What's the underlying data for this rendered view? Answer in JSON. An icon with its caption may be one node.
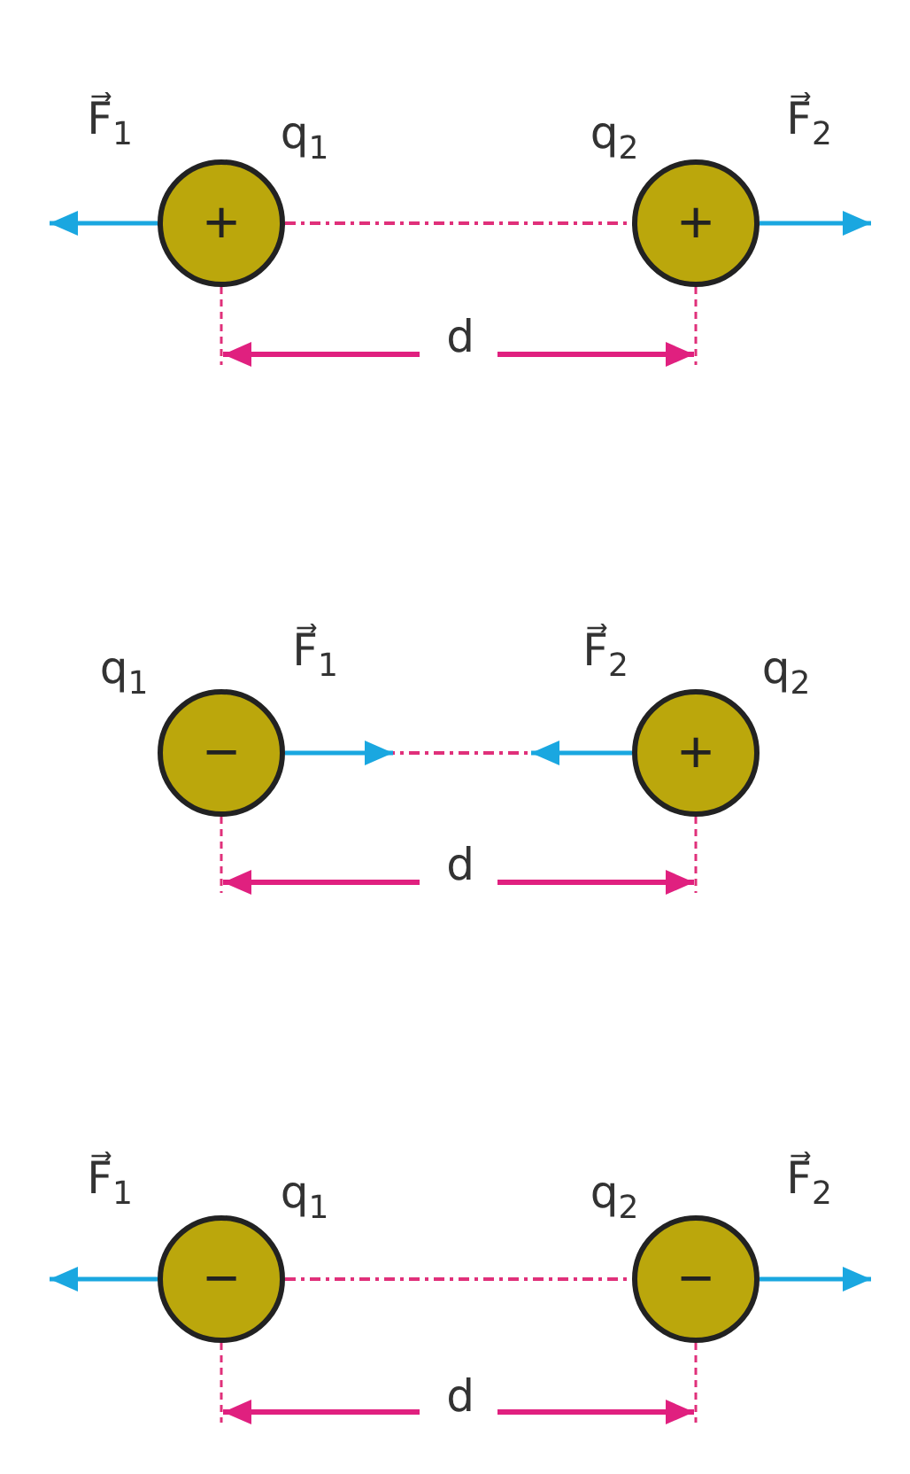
{
  "diagram": {
    "nodes": [
      {
        "text": [
          "+"
        ]
      },
      {
        "text": [
          "+"
        ]
      },
      {
        "text": [
          "−"
        ]
      },
      {
        "text": [
          "+"
        ]
      },
      {
        "text": [
          "−"
        ]
      },
      {
        "text": [
          "−"
        ]
      }
    ],
    "edges": [
      {
        "from": 0,
        "to": 1,
        "arrow": "none",
        "style": "dashed"
      },
      {
        "from": 2,
        "to": 3,
        "arrow": "none",
        "style": "dashed"
      },
      {
        "from": 4,
        "to": 5,
        "arrow": "none",
        "style": "dashed"
      }
    ],
    "labels": [
      "F⃗$_{1}$",
      "q$_{1}$",
      "q$_{2}$",
      "F⃗$_{2}$",
      "d",
      "q$_{1}$",
      "F⃗$_{1}$",
      "F⃗$_{2}$",
      "q$_{2}$",
      "d",
      "F⃗$_{1}$",
      "q$_{1}$",
      "q$_{2}$",
      "F⃗$_{2}$",
      "d"
    ]
  }
}
